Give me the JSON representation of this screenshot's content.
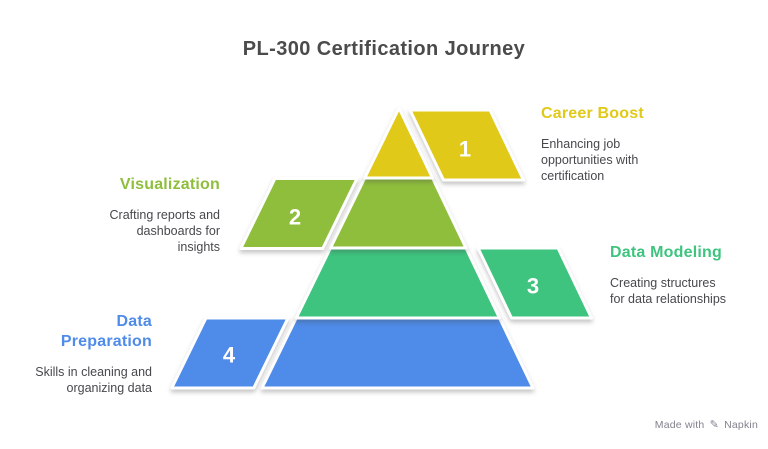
{
  "title": "PL-300 Certification Journey",
  "levels": [
    {
      "number": "1",
      "name": "Career Boost",
      "description": "Enhancing job opportunities with certification",
      "color": "#e0c918"
    },
    {
      "number": "2",
      "name": "Visualization",
      "description": "Crafting reports and dashboards for insights",
      "color": "#8fbe3c"
    },
    {
      "number": "3",
      "name": "Data Modeling",
      "description": "Creating structures for data relationships",
      "color": "#3ec47f"
    },
    {
      "number": "4",
      "name": "Data Preparation",
      "description": "Skills in cleaning and organizing data",
      "color": "#4f8be8"
    }
  ],
  "watermark": {
    "prefix": "Made with",
    "icon": "✎",
    "brand": "Napkin"
  },
  "text_colors": {
    "title": "#4b4b4b",
    "body": "#48484d"
  }
}
